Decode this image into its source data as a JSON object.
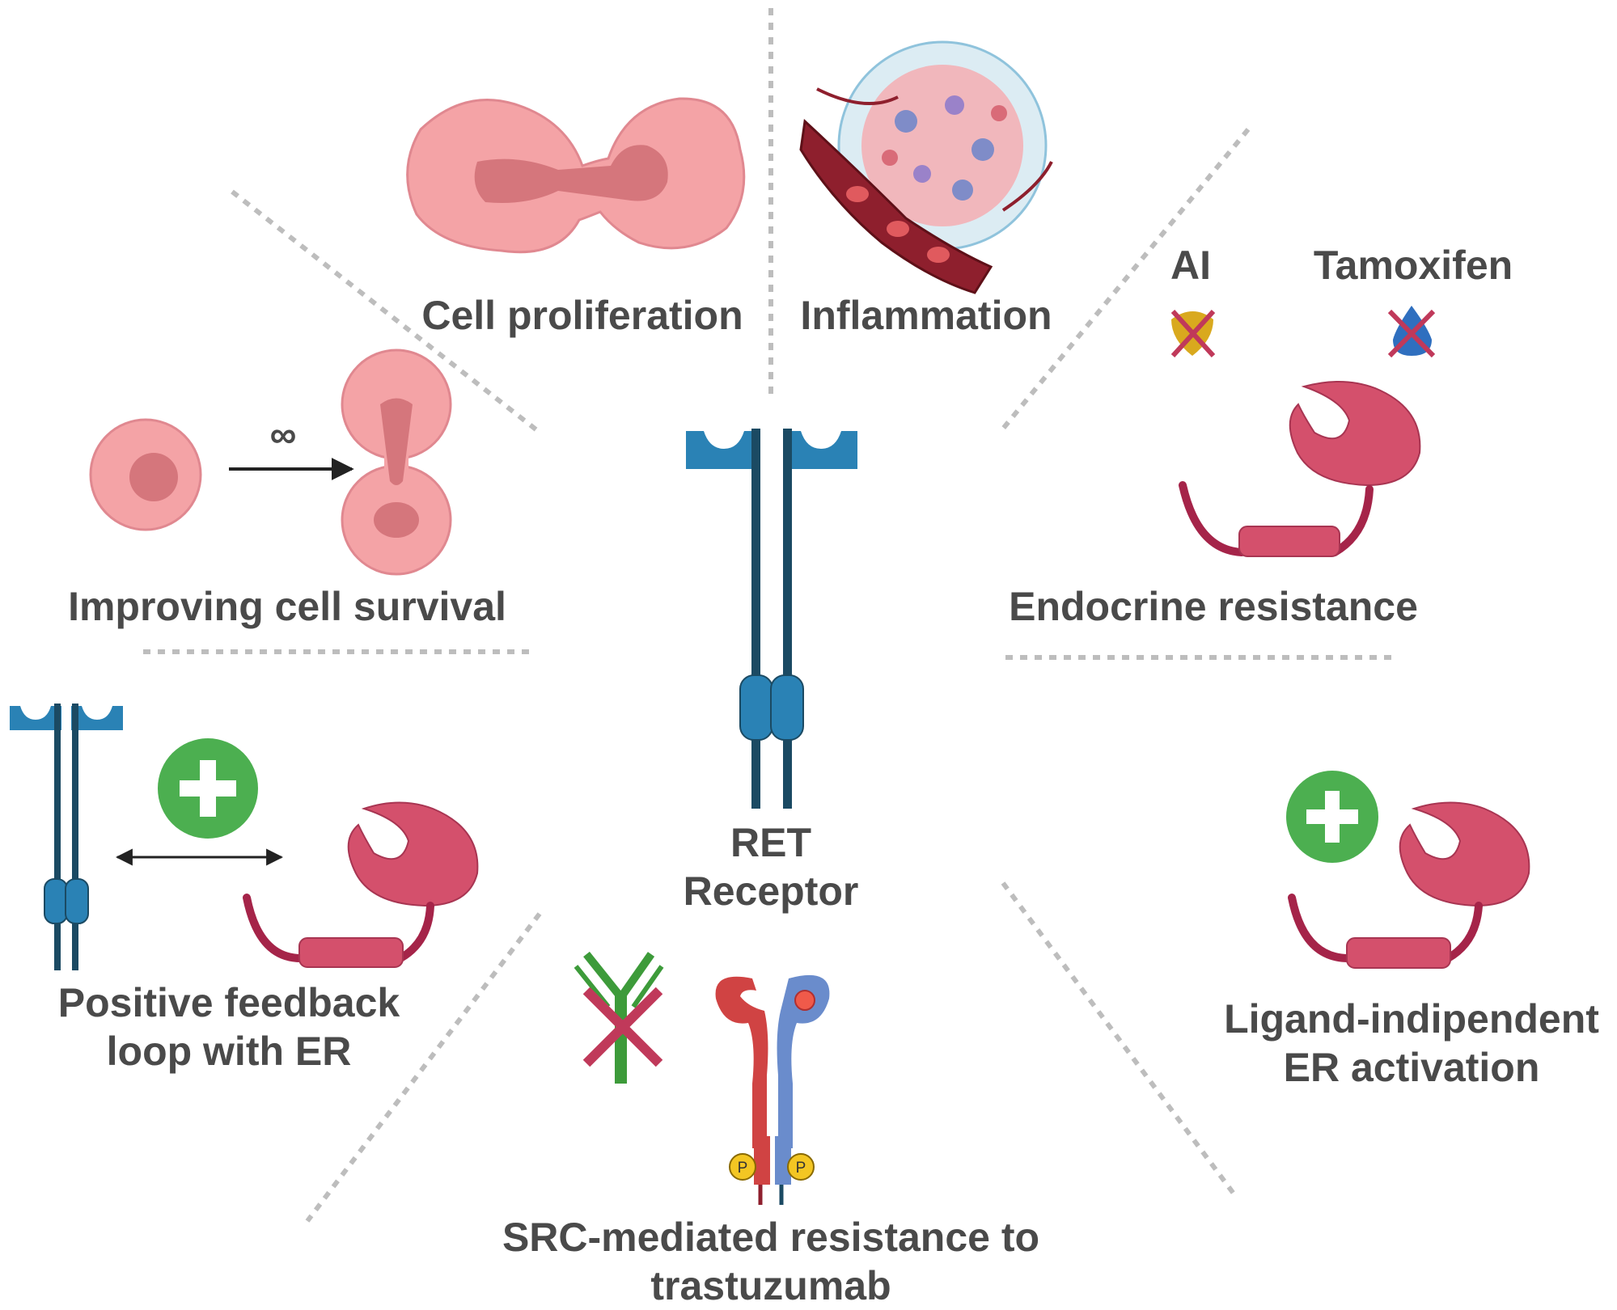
{
  "colors": {
    "divider": "#bdbdbd",
    "receptor_dark": "#1b4a63",
    "receptor_light": "#2a82b5",
    "er_fill": "#d4506c",
    "er_dark": "#a83552",
    "er_linker": "#a52449",
    "plus_green": "#4caf50",
    "cell_fill": "#f4a3a6",
    "cell_nucleus": "#d5767c",
    "cross": "#c0395a",
    "ai_drug": "#d9a91e",
    "tamoxifen_drug": "#2f6fbf",
    "antibody_green": "#3d9b3a",
    "her_red": "#d04343",
    "her_blue": "#6a8ccc",
    "phospho_yellow": "#f3c623",
    "text": "#4a4a4a"
  },
  "center": {
    "line1": "RET",
    "line2": "Receptor"
  },
  "labels": {
    "cell_proliferation": "Cell proliferation",
    "inflammation": "Inflammation",
    "improving_cell_survival": "Improving cell survival",
    "infinity_symbol": "∞",
    "endocrine_resistance": "Endocrine resistance",
    "ai": "AI",
    "tamoxifen": "Tamoxifen",
    "positive_feedback_line1": "Positive feedback",
    "positive_feedback_line2": "loop with ER",
    "src_line1": "SRC-mediated resistance to",
    "src_line2": "trastuzumab",
    "ligand_line1": "Ligand-indipendent",
    "ligand_line2": "ER activation",
    "phospho_left": "P",
    "phospho_right": "P"
  }
}
